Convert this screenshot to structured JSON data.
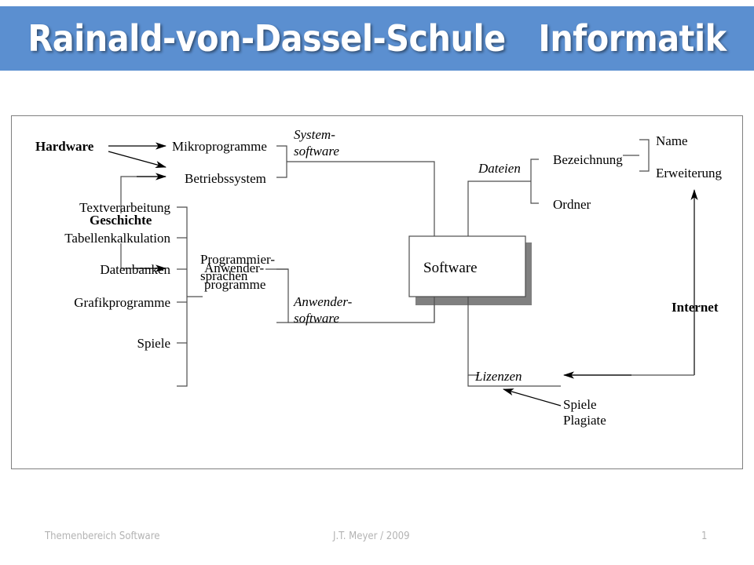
{
  "slide": {
    "title": "Rainald-von-Dassel-Schule   Informatik",
    "banner_color": "#5b8fd0",
    "title_color": "#ffffff"
  },
  "footer": {
    "left": "Themenbereich Software",
    "center": "J.T. Meyer / 2009",
    "page_number": "1",
    "color": "#b3b3b3"
  },
  "diagram": {
    "center_box": "Software",
    "labels": {
      "hardware": "Hardware",
      "geschichte": "Geschichte",
      "internet": "Internet",
      "mikroprogramme": "Mikroprogramme",
      "betriebssystem": "Betriebssystem",
      "programmier": "Programmier-",
      "sprachen": "sprachen",
      "system": "System-",
      "software_k": "software",
      "anwender": "Anwender-",
      "software_a": "software",
      "anwender_p1": "Anwender-",
      "anwender_p2": "programme",
      "textverarbeitung": "Textverarbeitung",
      "tabellenkalkulation": "Tabellenkalkulation",
      "datenbanken": "Datenbanken",
      "grafikprogramme": "Grafikprogramme",
      "spiele": "Spiele",
      "dateien": "Dateien",
      "bezeichnung": "Bezeichnung",
      "ordner": "Ordner",
      "name": "Name",
      "erweiterung": "Erweiterung",
      "lizenzen": "Lizenzen",
      "spiele2": "Spiele",
      "plagiate": "Plagiate"
    },
    "line_color": "#4d4d4d",
    "shadow_color": "#808080"
  }
}
